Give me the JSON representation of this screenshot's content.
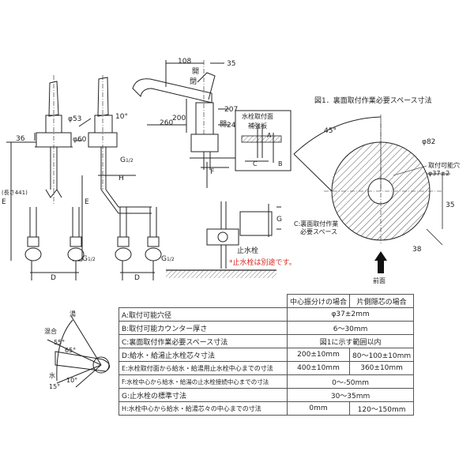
{
  "colors": {
    "line": "#222222",
    "warning": "#d9251c",
    "hatch": "#444444"
  },
  "top_dims": {
    "d108": "108",
    "d35": "35"
  },
  "lever_labels": {
    "open_top": "開",
    "close": "閉",
    "open_right": "開"
  },
  "heights": {
    "h207": "207",
    "h243": "243",
    "h200": "200",
    "h260": "260"
  },
  "left_dims": {
    "d53": "53",
    "d60": "60",
    "d36": "36",
    "len441": "(長さ441)",
    "angle10": "10°"
  },
  "letters": {
    "a": "A",
    "b": "B",
    "c": "C",
    "d": "D",
    "e": "E",
    "f": "F",
    "g": "G",
    "h": "H"
  },
  "phi_symbol": "φ",
  "pipe_g": "G",
  "pipe_half": "1/2",
  "detail_box": {
    "title": "水栓取付面",
    "reinforce": "補強板"
  },
  "stop_valve": {
    "label": "止水栓",
    "note": "*止水栓は別途です。"
  },
  "fig1": {
    "title": "図1．裏面取付作業必要スペース寸法",
    "angle45": "45°",
    "phi82": "82",
    "hole_label": "取付可能穴",
    "hole_phi": "37",
    "hole_tol": "±2",
    "d35": "35",
    "d38": "38",
    "space_label_1": "C:裏面取付作業",
    "space_label_2": "必要スペース",
    "front": "前面"
  },
  "angles": {
    "mix": "混合",
    "hot": "湯",
    "cold": "水",
    "a55": "55°",
    "a65": "65°",
    "a15": "15°",
    "a10": "10°"
  },
  "table": {
    "header": [
      "中心振分けの場合",
      "片側隠芯の場合"
    ],
    "rows": [
      {
        "label": "A:取付可能穴径",
        "span": "φ37±2mm"
      },
      {
        "label": "B:取付可能カウンター厚さ",
        "span": "6〜30mm"
      },
      {
        "label": "C:裏面取付作業必要スペース寸法",
        "span": "図1に示す範囲以内"
      },
      {
        "label": "D:給水・給湯止水栓芯々寸法",
        "v1": "200±10mm",
        "v2": "80〜100±10mm"
      },
      {
        "label": "E:水栓取付面から給水・給湯用止水栓中心までの寸法",
        "v1": "400±10mm",
        "v2": "360±10mm"
      },
      {
        "label": "F:水栓中心から給水・給湯の止水栓接続中心までの寸法",
        "span": "0〜-50mm"
      },
      {
        "label": "G:止水栓の標準寸法",
        "span": "30〜35mm"
      },
      {
        "label": "H:水栓中心から給水・給湯芯々の中心までの寸法",
        "v1": "0mm",
        "v2": "120〜150mm"
      }
    ]
  }
}
